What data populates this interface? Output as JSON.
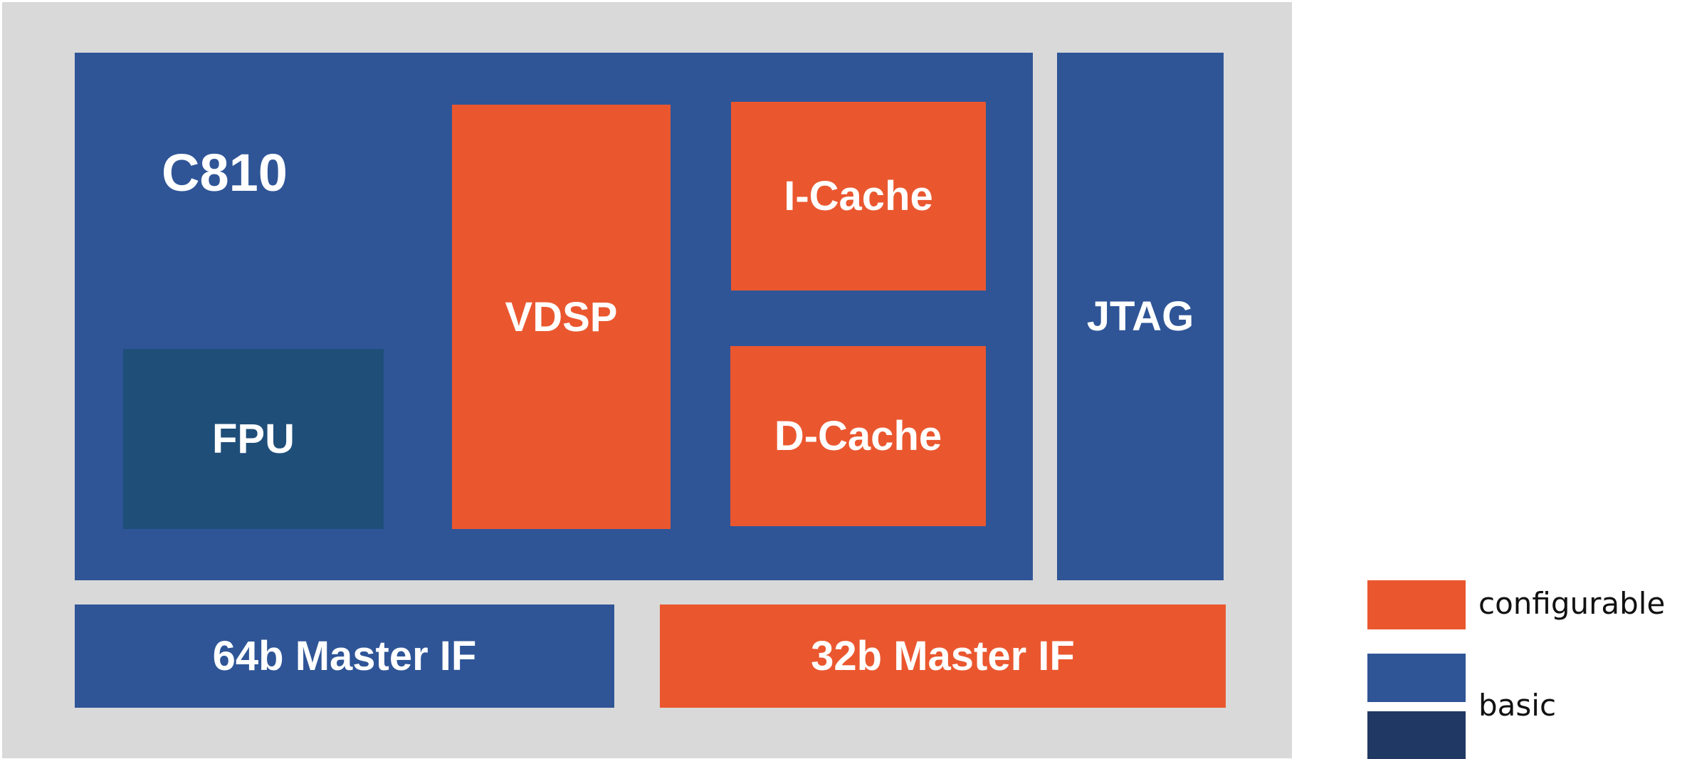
{
  "colors": {
    "background": "#d9d9d9",
    "basic": "#2f5597",
    "configurable": "#ea572f",
    "fpu": "#1f4e79",
    "basic_dark": "#203864"
  },
  "diagram": {
    "core": {
      "title": "C810"
    },
    "blocks": {
      "fpu": "FPU",
      "vdsp": "VDSP",
      "icache": "I-Cache",
      "dcache": "D-Cache",
      "jtag": "JTAG",
      "master64": "64b Master IF",
      "master32": "32b Master IF"
    }
  },
  "legend": {
    "configurable": "configurable",
    "basic": "basic"
  }
}
